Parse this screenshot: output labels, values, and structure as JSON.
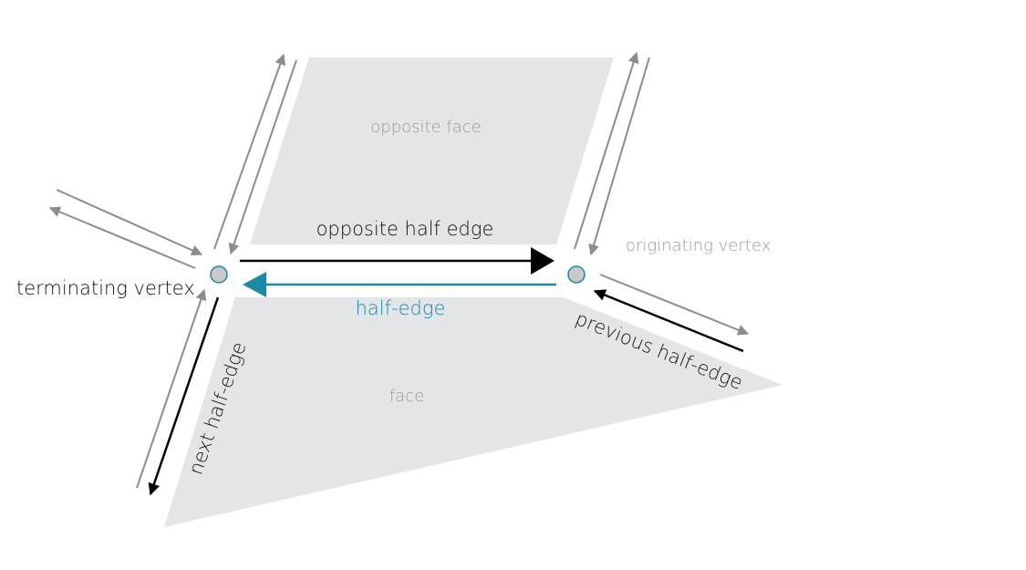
{
  "labels": {
    "opposite_face": "opposite face",
    "opposite_half_edge": "opposite half edge",
    "originating_vertex": "originating vertex",
    "terminating_vertex": "terminating vertex",
    "half_edge": "half-edge",
    "previous_half_edge": "previous half-edge",
    "next_half_edge": "next half-edge",
    "face": "face"
  },
  "colors": {
    "face_fill": "#e4e5e6",
    "neighbor_edge": "#8c8c8c",
    "highlight_edge": "#000000",
    "half_edge": "#1a8aa8",
    "vertex_fill": "#c8c8c8",
    "vertex_stroke": "#1a8aa8",
    "muted_text": "#999999",
    "dark_text": "#111111"
  }
}
